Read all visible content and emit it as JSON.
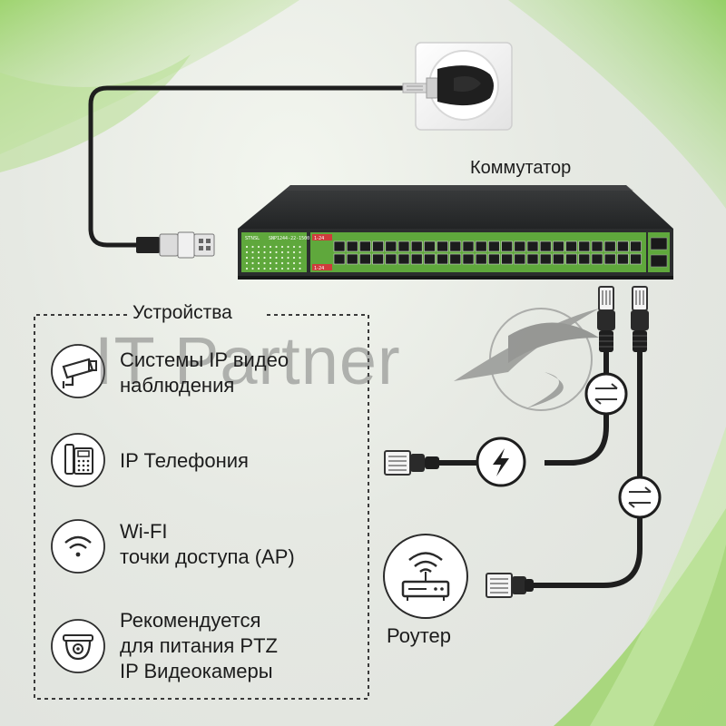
{
  "switch_label": "Коммутатор",
  "router_label": "Роутер",
  "devices_title": "Устройства",
  "watermark": "IT Partner",
  "switch_brand": "STNSL",
  "switch_model": "SNP1244-22-1500",
  "port_badges": [
    "1-24",
    "1-24"
  ],
  "devices": [
    {
      "icon": "cctv-camera-icon",
      "lines": [
        "Системы IP видео",
        "наблюдения"
      ]
    },
    {
      "icon": "ip-phone-icon",
      "lines": [
        "IP Телефония"
      ]
    },
    {
      "icon": "wifi-icon",
      "lines": [
        "Wi-FI",
        "точки доступа (AP)"
      ]
    },
    {
      "icon": "ptz-camera-icon",
      "lines": [
        "Рекомендуется",
        "для питания PTZ",
        "IP Видеокамеры"
      ]
    }
  ],
  "colors": {
    "accent_green": "#7cc04a",
    "port_panel_green": "#5fa83c",
    "switch_body": "#2b2d2e",
    "cable": "#1e1e1e",
    "dashed_border": "#3a3a3a"
  }
}
